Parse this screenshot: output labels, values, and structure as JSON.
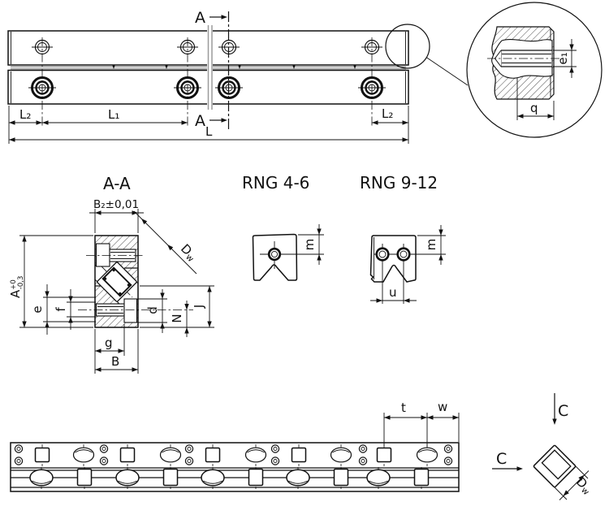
{
  "views": {
    "top": {
      "section_arrow_label": "A",
      "dim_l2": "L₂",
      "dim_l1": "L₁",
      "dim_l": "L"
    },
    "detail": {
      "dim_e1": "e₁",
      "dim_q": "q"
    },
    "section": {
      "title": "A-A",
      "dim_b2": "B₂±0,01",
      "dim_a": "A",
      "dim_a_tol_upper": "+0",
      "dim_a_tol_lower": "-0,3",
      "dim_dw_d": "D",
      "dim_dw_w": "w",
      "dim_e": "e",
      "dim_f": "f",
      "dim_g": "g",
      "dim_b": "B",
      "dim_d": "d",
      "dim_n": "N",
      "dim_j": "J"
    },
    "rng46": {
      "title": "RNG 4-6",
      "dim_m": "m"
    },
    "rng912": {
      "title": "RNG 9-12",
      "dim_m": "m",
      "dim_u": "u"
    },
    "bottom": {
      "dim_t": "t",
      "dim_w": "w",
      "view_label": "C",
      "dim_dw_d": "D",
      "dim_dw_w": "w"
    }
  },
  "colors": {
    "line": "#111111",
    "gray": "#9a9a9a",
    "background": "#ffffff"
  }
}
